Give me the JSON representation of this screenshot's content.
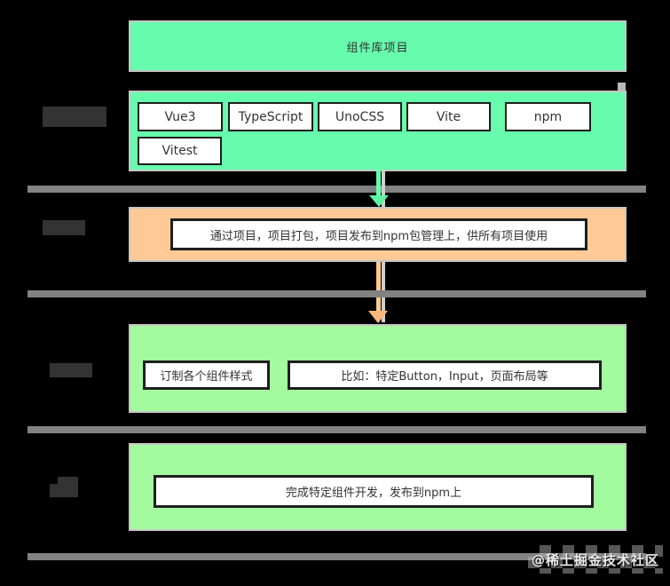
{
  "banner": {
    "label": "组件库项目"
  },
  "tech": {
    "items": [
      "Vue3",
      "TypeScript",
      "UnoCSS",
      "Vite",
      "npm",
      "Vitest"
    ]
  },
  "purpose": {
    "label": "通过项目，项目打包，项目发布到npm包管理上，供所有项目使用"
  },
  "custom": {
    "box1": "订制各个组件样式",
    "box2": "比如：特定Button，Input，页面布局等"
  },
  "release": {
    "label": "完成特定组件开发，发布到npm上"
  },
  "watermark": {
    "label": "@稀土掘金技术社区"
  },
  "colors": {
    "background": "#000000",
    "bright_green": "#67fbad",
    "light_green": "#a4fb9f",
    "orange": "#ffca96",
    "divider_gray": "#828282",
    "label_block_gray": "#333333",
    "box_border": "#1e1e1e",
    "panel_edge": "#c6c6c6"
  }
}
